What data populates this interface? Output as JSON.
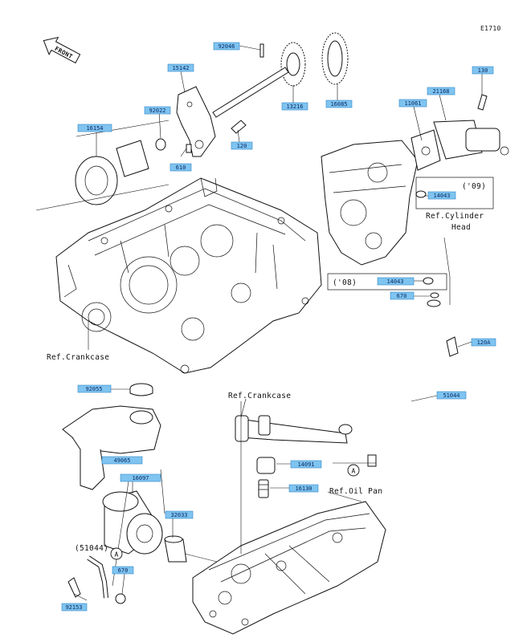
{
  "figure_code": "E1710",
  "front_label": "FRONT",
  "tags": {
    "t92046": "92046",
    "t13216": "13216",
    "t16085": "16085",
    "t15142": "15142",
    "t92022": "92022",
    "t16154": "16154",
    "t610": "610",
    "t120": "120",
    "t130": "130",
    "t21168": "21168",
    "t11061": "11061",
    "t14043a": "14043",
    "t14043b": "14043",
    "t670a": "670",
    "t120a": "120A",
    "t51044": "51044",
    "t92055": "92055",
    "t49065": "49065",
    "t14091": "14091",
    "t16097": "16097",
    "t16130": "16130",
    "t32033": "32033",
    "t670b": "670",
    "t92153": "92153"
  },
  "labels": {
    "year09": "('09)",
    "year08": "('08)",
    "ref_cylinder_head_1": "Ref.Cylinder",
    "ref_cylinder_head_2": "Head",
    "ref_crankcase_left": "Ref.Crankcase",
    "ref_crankcase_center": "Ref.Crankcase",
    "ref_oil_pan": "Ref.Oil Pan",
    "paren_51044": "(51044)",
    "marker_a_right": "A",
    "marker_a_left": "A"
  }
}
